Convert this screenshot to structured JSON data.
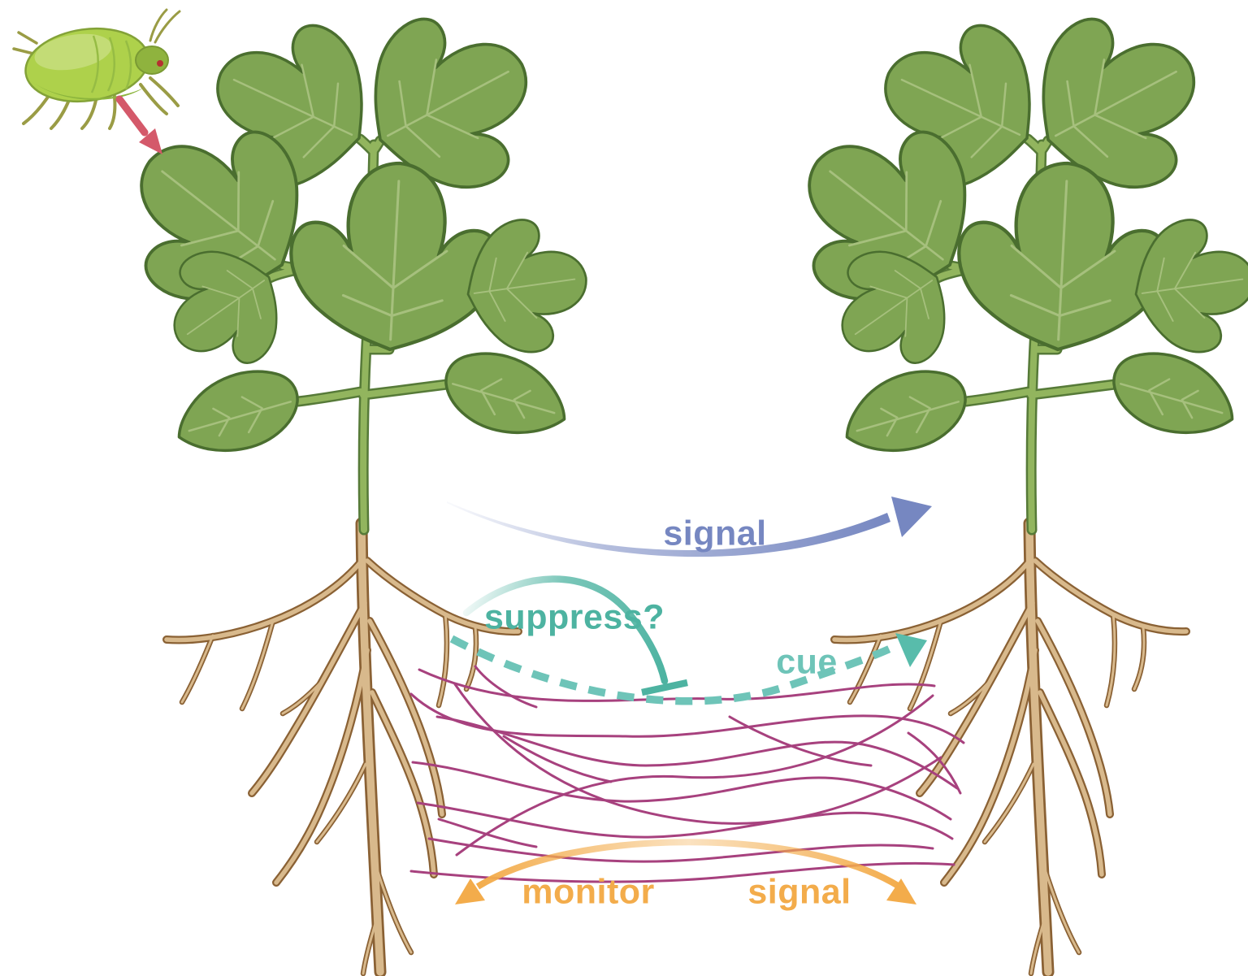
{
  "labels": {
    "aboveground_signal": "signal",
    "suppress": "suppress?",
    "cue": "cue",
    "monitor": "monitor",
    "belowground_signal": "signal"
  },
  "colors": {
    "aboveground_signal_arrow": "#7687c1",
    "suppress_arrow": "#4db3a1",
    "cue_arrow": "#6ec4b8",
    "belowground_arrow": "#f3ac4b",
    "attack_arrow": "#d4596a",
    "mycorrhizal_network": "#a7417e",
    "leaf_green": "#7fa553",
    "stem_green": "#92b55e",
    "root_tan": "#d8b98c",
    "root_outline": "#8a6134",
    "aphid_body_green": "#aed14b"
  },
  "icons": {
    "aphid": "aphid-icon",
    "attack_arrow": "attack-arrow-icon",
    "attacked_plant": "attacked-plant-illustration",
    "neighbor_plant": "neighbor-plant-illustration",
    "network": "mycorrhizal-network-lines"
  }
}
